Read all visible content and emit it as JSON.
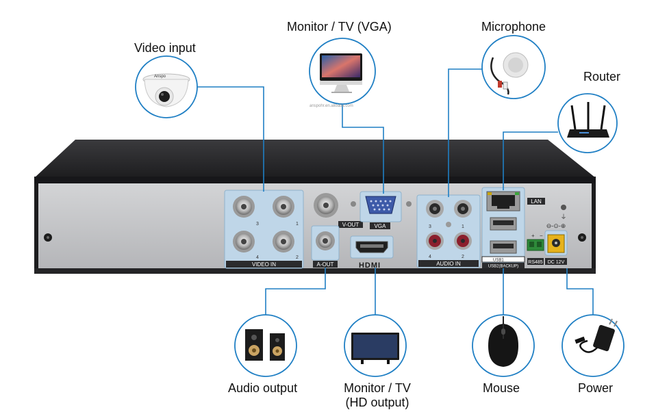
{
  "callouts": {
    "video_input": "Video input",
    "monitor_vga": "Monitor / TV (VGA)",
    "microphone": "Microphone",
    "router": "Router",
    "audio_output": "Audio output",
    "monitor_hd_line1": "Monitor / TV",
    "monitor_hd_line2": "(HD output)",
    "mouse": "Mouse",
    "power": "Power"
  },
  "panel": {
    "video_in": "VIDEO IN",
    "v_out": "V-OUT",
    "vga": "VGA",
    "a_out": "A-OUT",
    "hdmi": "HDMI",
    "audio_in": "AUDIO IN",
    "lan": "LAN",
    "rs485": "RS485",
    "dc12v": "DC 12V",
    "usb1": "USB1",
    "usb2_backup": "USB2(BACKUP)",
    "ch1": "1",
    "ch2": "2",
    "ch3": "3",
    "ch4": "4",
    "plus": "+",
    "minus": "−"
  },
  "misc": {
    "camera_brand": "Anspo",
    "watermark": "anspohr.en.alibaba.com"
  },
  "colors": {
    "callout_line": "#1f7fc4",
    "port_panel": "#bfd6e8",
    "chassis": "#2b2b2d",
    "back_plate": "#c8c9cb"
  }
}
